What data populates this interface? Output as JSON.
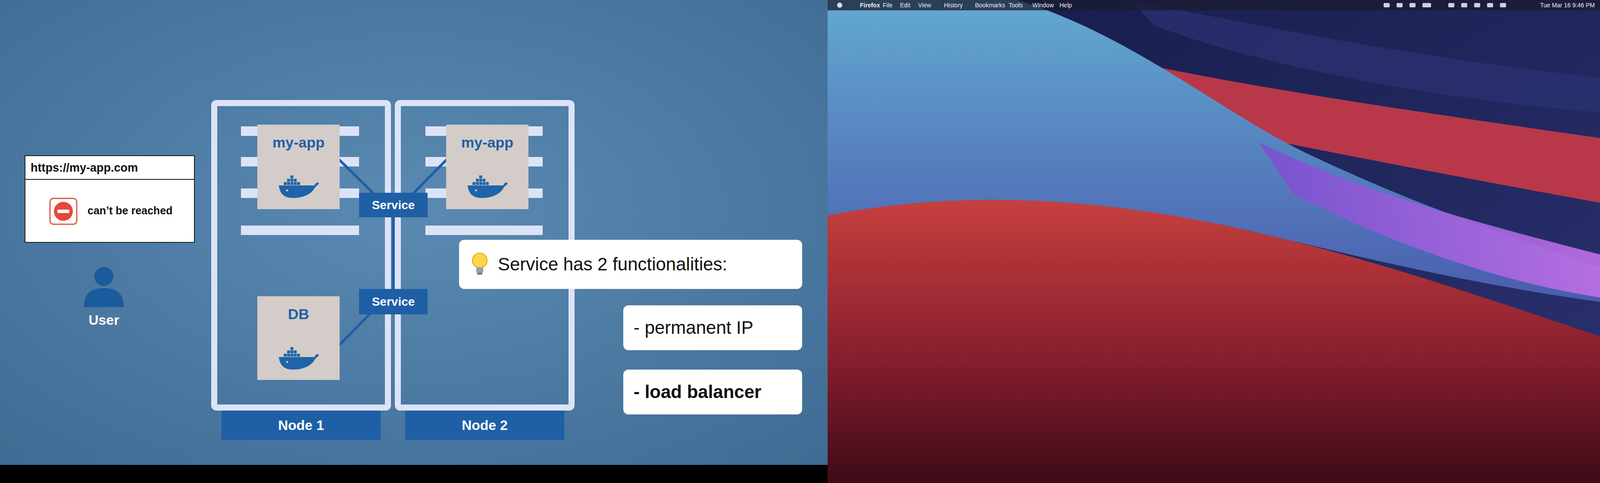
{
  "diagram": {
    "nodes": [
      {
        "text": [
          "https://my-app.com",
          "can’t be reached"
        ]
      },
      {
        "text": [
          "Node 1"
        ]
      },
      {
        "text": [
          "my-app"
        ],
        "in": 1
      },
      {
        "text": [
          "DB"
        ],
        "in": 1
      },
      {
        "text": [
          "Node 2"
        ]
      },
      {
        "text": [
          "my-app"
        ],
        "in": 4
      },
      {
        "text": [
          "Service"
        ]
      },
      {
        "text": [
          "Service"
        ]
      },
      {
        "text": [
          "Service has 2 functionalities:"
        ]
      },
      {
        "text": [
          "- permanent IP"
        ]
      },
      {
        "text": [
          "- load balancer"
        ]
      }
    ],
    "edges": [
      {
        "from": 2,
        "to": 6,
        "arrow": "none"
      },
      {
        "from": 5,
        "to": 6,
        "arrow": "none"
      },
      {
        "from": 6,
        "to": 7,
        "arrow": "none"
      },
      {
        "from": 3,
        "to": 7,
        "arrow": "none"
      }
    ],
    "labels": [
      "User",
      "Firefox",
      "File",
      "Edit",
      "View",
      "History",
      "Bookmarks",
      "Tools",
      "Window",
      "Help",
      "Tue Mar 16 9:46 PM"
    ]
  }
}
